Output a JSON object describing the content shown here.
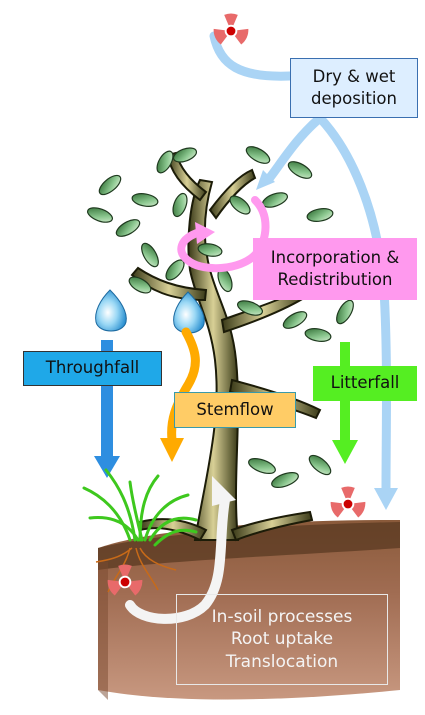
{
  "labels": {
    "deposition": [
      "Dry & wet",
      "deposition"
    ],
    "incorporation": [
      "Incorporation &",
      "Redistribution"
    ],
    "throughfall": "Throughfall",
    "litterfall": "Litterfall",
    "stemflow": "Stemflow",
    "soil": [
      "In-soil processes",
      "Root uptake",
      "Translocation"
    ]
  },
  "icons": [
    "radiation-trefoil",
    "water-droplet",
    "leaf",
    "grass-tuft",
    "root"
  ],
  "colors": {
    "deposition_arrow": "#aad4f5",
    "incorporation": "#ff99ee",
    "throughfall": "#1fa8e8",
    "litterfall": "#55ee22",
    "stemflow": "#ffaa00",
    "soil_return_arrow": "#f4f4f4",
    "radiation_symbol": "#e86a6a"
  }
}
